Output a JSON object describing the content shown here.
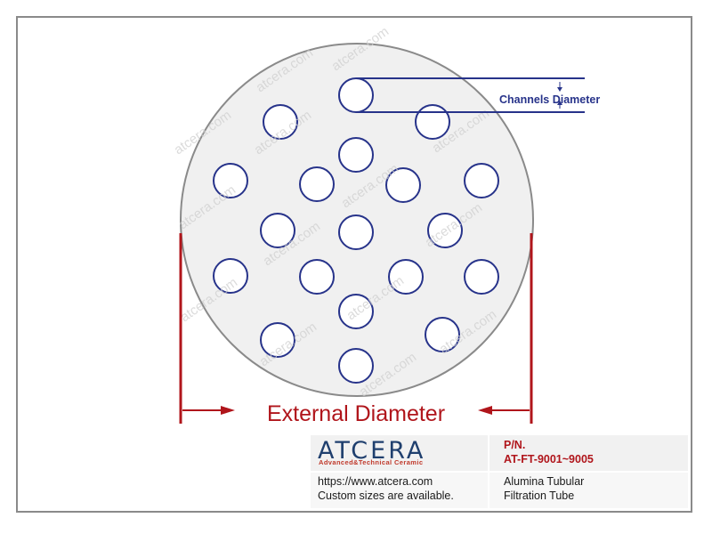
{
  "labels": {
    "channels_diameter": "Channels Diameter",
    "external_diameter": "External Diameter"
  },
  "watermark": "atcera.com",
  "title_block": {
    "logo": "ATCERA",
    "logo_subtitle": "Advanced&Technical Ceramic",
    "pn_label": "P/N.",
    "pn_value": "AT-FT-9001~9005",
    "url": "https://www.atcera.com",
    "custom_note": "Custom sizes are available.",
    "description_line1": "Alumina Tubular",
    "description_line2": "Filtration Tube"
  },
  "colors": {
    "channel_stroke": "#27338a",
    "dimension_red": "#b0151b",
    "outline_gray": "#8a8a8a",
    "disc_fill": "#f0f0f0",
    "logo_blue": "#1f3f6e"
  },
  "channel_count": 19
}
